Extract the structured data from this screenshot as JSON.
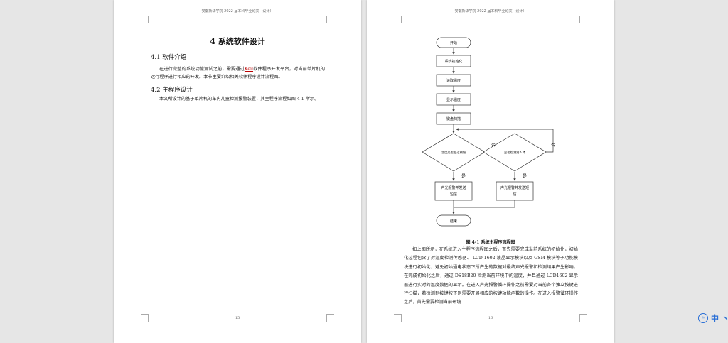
{
  "header": "安徽新华学院 2022 届本科毕业论文（设计）",
  "left_page": {
    "chapter_title": "4 系统软件设计",
    "s1_title": "4.1 软件介绍",
    "s1_text_a": "在进行完整的系统功能测试之前，需要通过",
    "s1_keil": "Keil",
    "s1_text_b": "软件程序开发平台，对当前单片机的运行程序进行相应的开发。本节主要介绍相关软件程序设计流程图。",
    "s2_title": "4.2 主程序设计",
    "s2_text": "本文所设计的基于单片机的车内儿童检测报警装置，其主程序流程如图 4-1 所示。",
    "page_number": "15"
  },
  "right_page": {
    "flow": {
      "start": "开始",
      "init": "系统初始化",
      "read_temp": "读取温度",
      "show_temp": "显示温度",
      "key_scan": "键盘扫描",
      "cond1": "温度是否超过阈值",
      "cond2": "是否检测到人体",
      "no": "否",
      "yes": "是",
      "alarm1_l1": "声光报警并发送",
      "alarm1_l2": "短信",
      "alarm2_l1": "声光报警并发送短",
      "alarm2_l2": "信",
      "end": "结束"
    },
    "fig_caption": "图 4-1  系统主程序流程图",
    "body_text": "如上图所示，在系统进入主程序流程图之后，首先需要完成当前系统的初始化，初始化过程包含了对温度检测传感器、 LCD 1602 液晶显示模块以及 GSM 模块等子功能模块进行初始化，避免初始通电状态下所产生的数据对最终声光报警和检测结果产生影响。在完成初始化之后，通过 DS18B20 检测当前环境中的温度，并且通过 LCD1602 显示器进行实时的温度数据的显示。在进入声光报警循环操作之前需要对当前各个独立按键进行扫描，若检测到按键按下则需要开展相应的按键功能函数的操作。在进入报警循环操作之后，首先需要检测当前环境",
    "page_number": "16"
  },
  "widget": {
    "icon": "translate-icon",
    "text": "中",
    "extra": "丶"
  }
}
